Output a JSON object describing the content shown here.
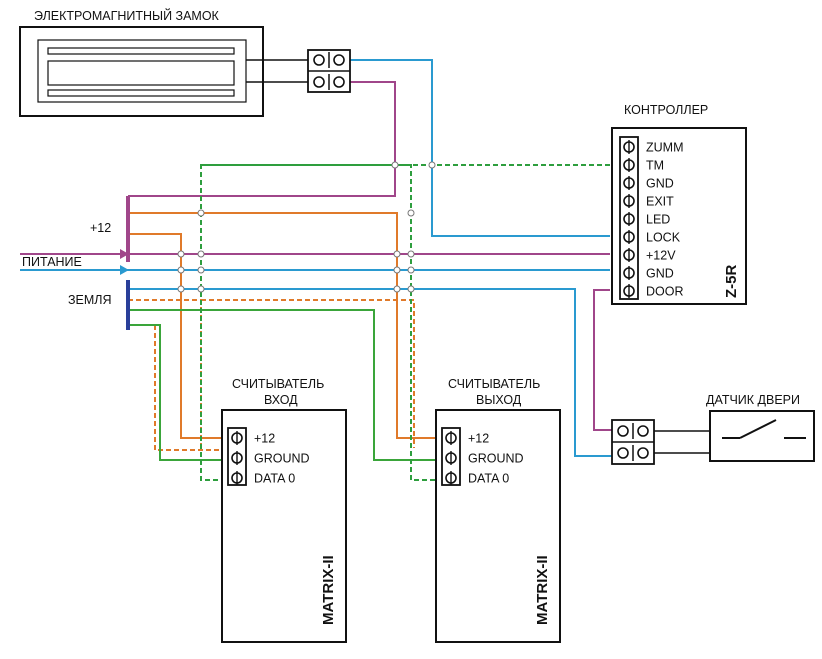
{
  "labels": {
    "lock": "ЭЛЕКТРОМАГНИТНЫЙ ЗАМОК",
    "controller": "КОНТРОЛЛЕР",
    "controller_model": "Z-5R",
    "plus12": "+12",
    "power": "ПИТАНИЕ",
    "ground": "ЗЕМЛЯ",
    "reader_entry_line1": "СЧИТЫВАТЕЛЬ",
    "reader_entry_line2": "ВХОД",
    "reader_exit_line1": "СЧИТЫВАТЕЛЬ",
    "reader_exit_line2": "ВЫХОД",
    "reader_model": "MATRIX-II",
    "door_sensor": "ДАТЧИК ДВЕРИ"
  },
  "controller_terminals": [
    "ZUMM",
    "TM",
    "GND",
    "EXIT",
    "LED",
    "LOCK",
    "+12V",
    "GND",
    "DOOR"
  ],
  "reader_entry_terminals": [
    "+12",
    "GROUND",
    "DATA 0"
  ],
  "reader_exit_terminals": [
    "+12",
    "GROUND",
    "DATA 0"
  ],
  "colors": {
    "purple": "#a0468a",
    "blue": "#2a9ad0",
    "orange": "#e07a2a",
    "green": "#3aa53a",
    "green_dashed": "#2e9e3e",
    "ground_bus": "#2a3f9a",
    "line": "#111111"
  }
}
